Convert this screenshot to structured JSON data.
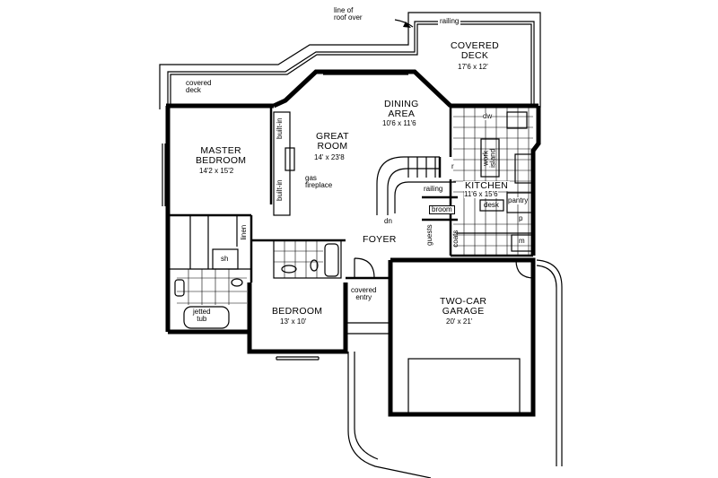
{
  "rooms": {
    "covered_deck_top": {
      "name": "COVERED\nDECK",
      "dim": "17'6 x 12'"
    },
    "dining": {
      "name": "DINING\nAREA",
      "dim": "10'6 x 11'6"
    },
    "great_room": {
      "name": "GREAT\nROOM",
      "dim": "14' x 23'8"
    },
    "master": {
      "name": "MASTER\nBEDROOM",
      "dim": "14'2 x 15'2"
    },
    "kitchen": {
      "name": "KITCHEN",
      "dim": "11'6 x 15'6"
    },
    "foyer": {
      "name": "FOYER"
    },
    "bedroom": {
      "name": "BEDROOM",
      "dim": "13' x 10'"
    },
    "garage": {
      "name": "TWO-CAR\nGARAGE",
      "dim": "20' x 21'"
    }
  },
  "labels": {
    "roof_line": "line of\nroof over",
    "railing_top": "railing",
    "covered_deck_left": "covered\ndeck",
    "built_in_upper": "built-in",
    "built_in_lower": "built-in",
    "gas_fireplace": "gas\nfireplace",
    "railing_stair": "railing",
    "down": "dn",
    "dw": "dw",
    "work_island": "work\nisland",
    "pantry": "pantry",
    "desk": "desk",
    "broom": "broom",
    "coats": "coats",
    "guests": "guests",
    "linen": "linen",
    "sh": "sh",
    "jetted_tub": "jetted\ntub",
    "covered_entry": "covered\nentry",
    "r": "r",
    "p": "p",
    "m": "m"
  }
}
